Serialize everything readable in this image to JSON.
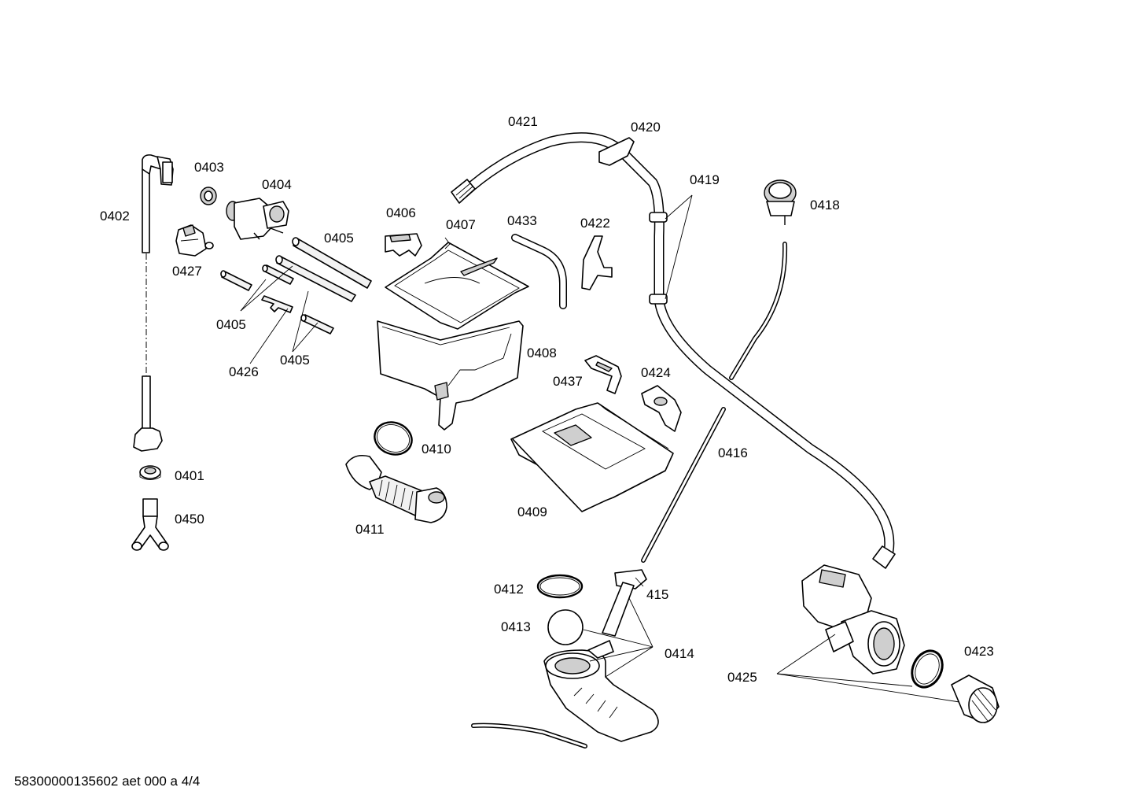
{
  "labels": {
    "l0401": "0401",
    "l0402": "0402",
    "l0403": "0403",
    "l0404": "0404",
    "l0405a": "0405",
    "l0405b": "0405",
    "l0405c": "0405",
    "l0406": "0406",
    "l0407": "0407",
    "l0408": "0408",
    "l0409": "0409",
    "l0410": "0410",
    "l0411": "0411",
    "l0412": "0412",
    "l0413": "0413",
    "l0414": "0414",
    "l415": "415",
    "l0416": "0416",
    "l0418": "0418",
    "l0419": "0419",
    "l0420": "0420",
    "l0421": "0421",
    "l0422": "0422",
    "l0423": "0423",
    "l0424": "0424",
    "l0425": "0425",
    "l0426": "0426",
    "l0427": "0427",
    "l0433": "0433",
    "l0437": "0437",
    "l0450": "0450"
  },
  "footer": {
    "drawing_code": "58300000135602 aet 000 a 4/4"
  }
}
